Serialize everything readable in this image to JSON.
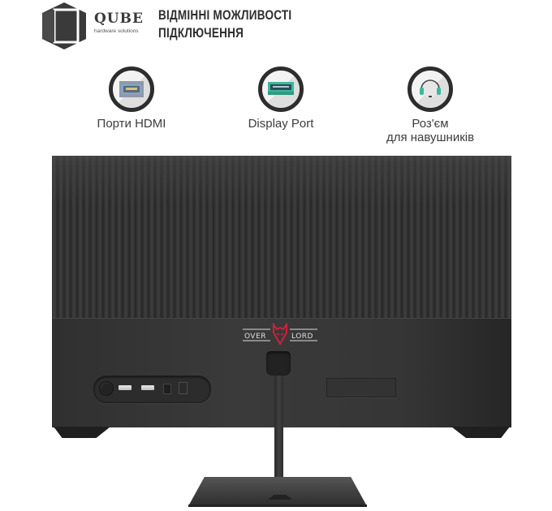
{
  "header": {
    "brand_name": "QUBE",
    "brand_tagline": "hardware solutions",
    "headline_line1": "ВІДМІННІ МОЖЛИВОСТІ",
    "headline_line2": "ПІДКЛЮЧЕННЯ"
  },
  "features": [
    {
      "icon": "hdmi-port-icon",
      "label": "Порти HDMI"
    },
    {
      "icon": "display-port-icon",
      "label": "Display Port"
    },
    {
      "icon": "headphone-jack-icon",
      "label_line1": "Роз'єм",
      "label_line2": "для навушників"
    }
  ],
  "product": {
    "brand_logo_text_left": "OVER",
    "brand_logo_text_right": "LORD",
    "view": "monitor rear view",
    "ports": [
      "power-button",
      "hdmi",
      "hdmi",
      "dc-in",
      "audio-out"
    ]
  },
  "colors": {
    "icon_ring": "#2d2d2d",
    "hdmi_accent": "#6fa3d6",
    "dp_accent": "#3bb79a",
    "headphone_accent": "#3bb79a",
    "logo_red": "#d0203a",
    "monitor_body": "#333333"
  }
}
